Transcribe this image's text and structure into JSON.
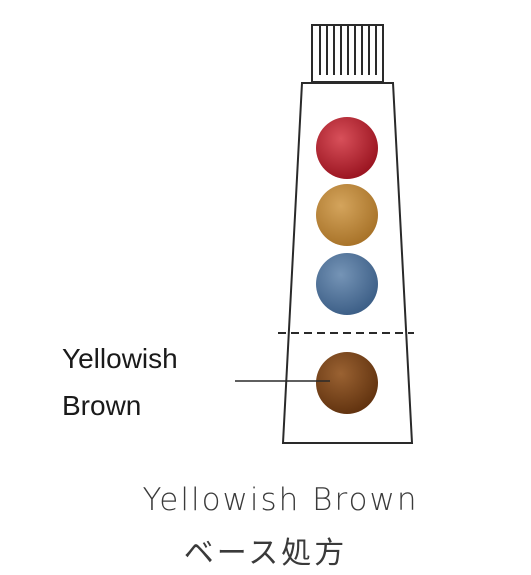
{
  "callout": {
    "line1": "Yellowish",
    "line2": "Brown"
  },
  "caption": {
    "title": "Yellowish Brown",
    "subtitle": "ベース処方"
  },
  "colors": {
    "outline": "#2a2a2a",
    "red": "#b3202c",
    "ochre": "#c08a3a",
    "blue": "#4f7399",
    "brown": "#7a4718"
  },
  "swatches": [
    {
      "name": "red-swatch",
      "color": "#b3202c"
    },
    {
      "name": "ochre-swatch",
      "color": "#c08a3a"
    },
    {
      "name": "blue-swatch",
      "color": "#4f7399"
    },
    {
      "name": "brown-swatch",
      "color": "#7a4718"
    }
  ]
}
